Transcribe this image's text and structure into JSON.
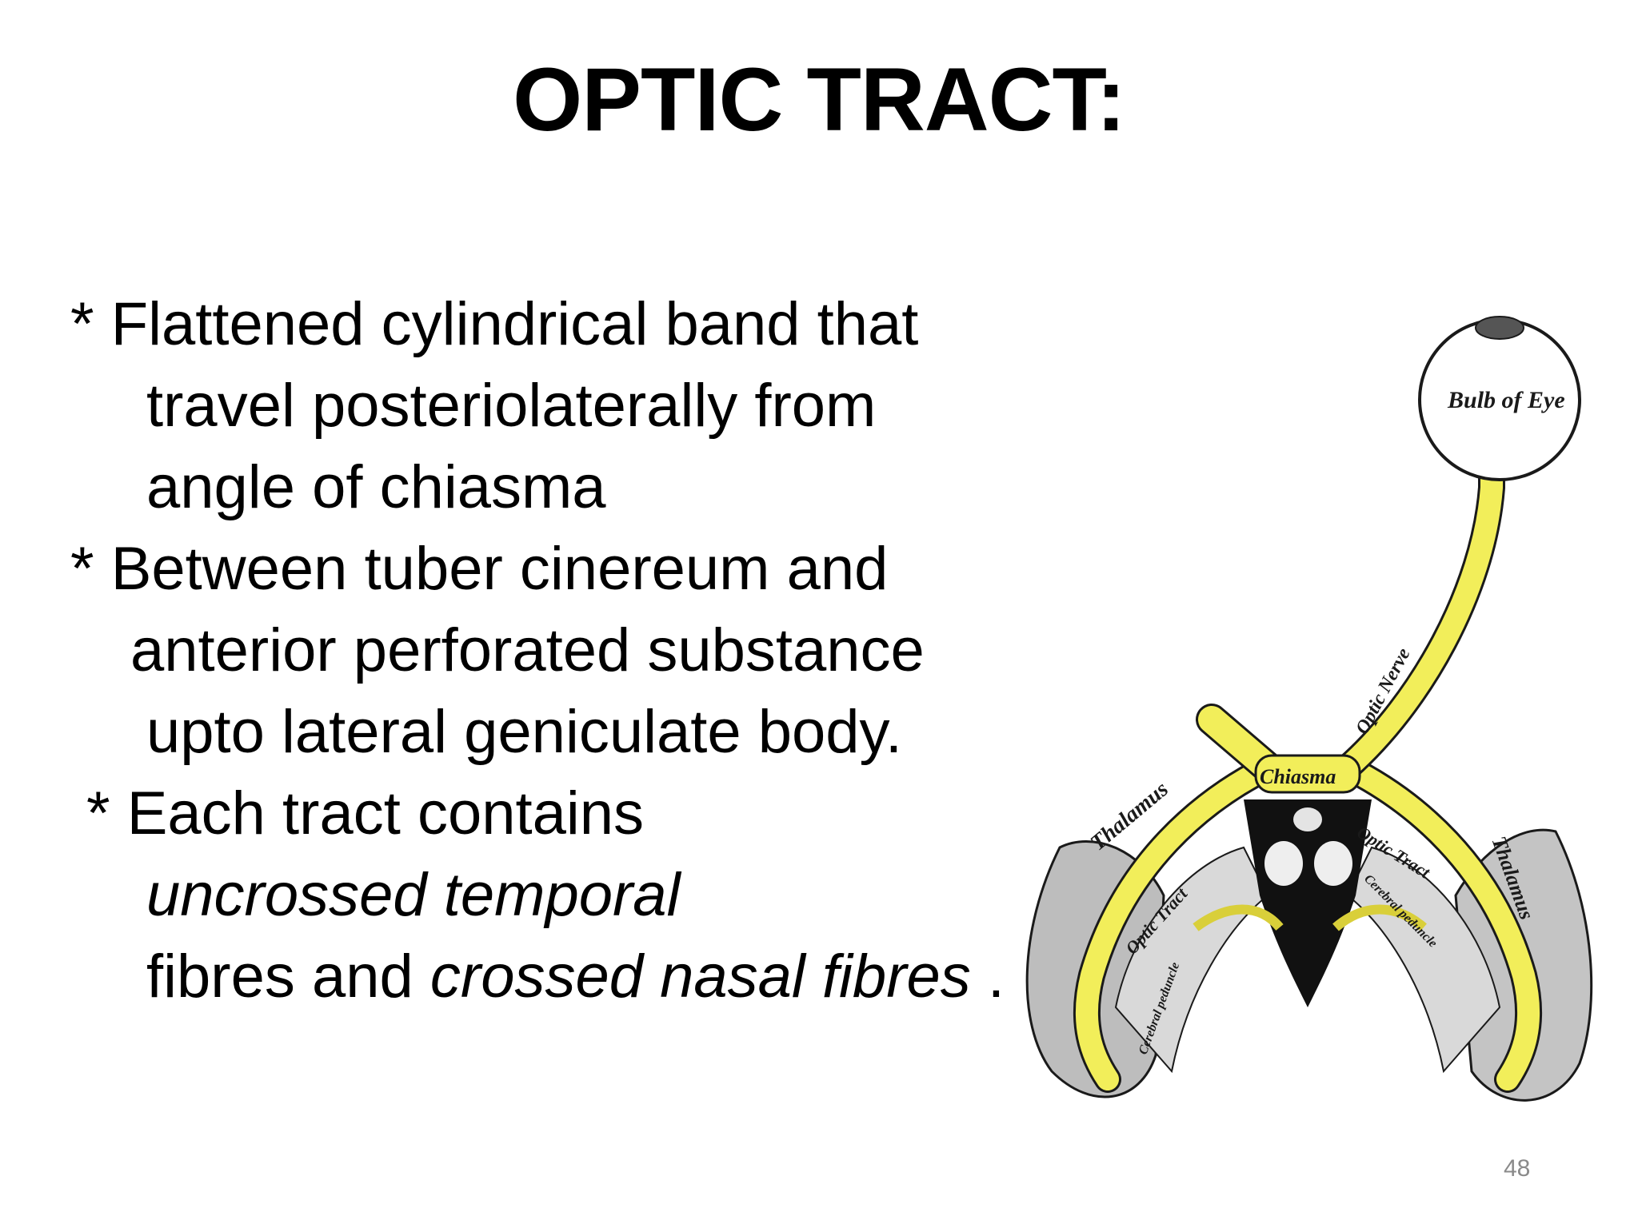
{
  "slide": {
    "title": "OPTIC TRACT:",
    "page_number": "48"
  },
  "body": {
    "bullet1": {
      "line1": "* Flattened cylindrical band that",
      "line2": "travel posteriolaterally from",
      "line3": "angle of chiasma"
    },
    "bullet2": {
      "line1": "* Between tuber cinereum and",
      "line2": "anterior perforated substance",
      "line3": "upto lateral geniculate body."
    },
    "bullet3": {
      "line1": "* Each tract contains",
      "line2_italic": "uncrossed temporal",
      "line3_plain": "fibres and ",
      "line3_italic": "crossed nasal fibres",
      "line3_trail": " ."
    }
  },
  "diagram": {
    "labels": {
      "bulb_of_eye": "Bulb of Eye",
      "optic_nerve": "Optic Nerve",
      "chiasma": "Chiasma",
      "optic_tract_left": "Optic Tract",
      "optic_tract_right": "Optic Tract",
      "thalamus_left": "Thalamus",
      "thalamus_right": "Thalamus",
      "cerebral_peduncle_left": "Cerebral peduncle",
      "cerebral_peduncle_right": "Cerebral peduncle"
    },
    "colors": {
      "nerve_fill": "#f2ee5a",
      "outline": "#1a1a1a",
      "tissue": "#d9d9d9"
    }
  }
}
